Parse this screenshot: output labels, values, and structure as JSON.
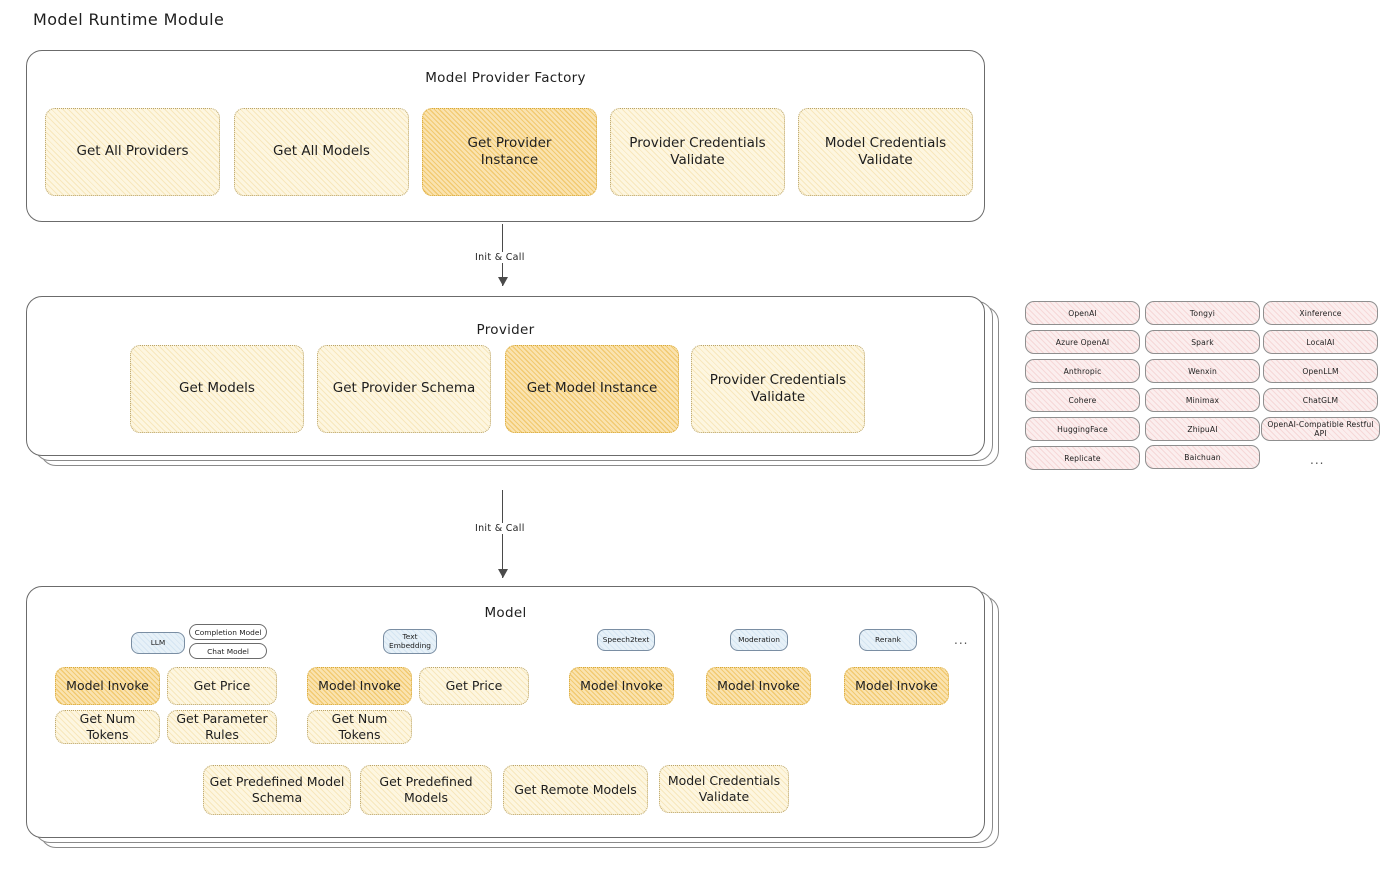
{
  "title": "Model Runtime Module",
  "colors": {
    "accent_yellow": "#fdf6e0",
    "accent_yellow_strong": "#fae3b0",
    "accent_pink": "#fbeeee",
    "accent_blue": "#e7f1f8",
    "stroke": "#6b6b6b",
    "text": "#1e1e1e"
  },
  "factory": {
    "title": "Model Provider Factory",
    "methods": [
      {
        "label": "Get All Providers",
        "highlight": false
      },
      {
        "label": "Get All Models",
        "highlight": false
      },
      {
        "label": "Get Provider\nInstance",
        "highlight": true
      },
      {
        "label": "Provider Credentials\nValidate",
        "highlight": false
      },
      {
        "label": "Model Credentials\nValidate",
        "highlight": false
      }
    ]
  },
  "arrow1": {
    "label": "Init & Call"
  },
  "provider": {
    "title": "Provider",
    "methods": [
      {
        "label": "Get Models",
        "highlight": false
      },
      {
        "label": "Get Provider Schema",
        "highlight": false
      },
      {
        "label": "Get Model Instance",
        "highlight": true
      },
      {
        "label": "Provider Credentials\nValidate",
        "highlight": false
      }
    ]
  },
  "arrow2": {
    "label": "Init & Call"
  },
  "provider_list": {
    "columns": [
      [
        "OpenAI",
        "Azure OpenAI",
        "Anthropic",
        "Cohere",
        "HuggingFace",
        "Replicate"
      ],
      [
        "Tongyi",
        "Spark",
        "Wenxin",
        "Minimax",
        "ZhipuAI",
        "Baichuan"
      ],
      [
        "Xinference",
        "LocalAI",
        "OpenLLM",
        "ChatGLM",
        "OpenAI-Compatible Restful API"
      ]
    ],
    "more": "..."
  },
  "model": {
    "title": "Model",
    "more": "...",
    "types": [
      {
        "badge": "LLM",
        "sub_badges": [
          "Completion Model",
          "Chat Model"
        ],
        "methods": [
          "Model Invoke",
          "Get Price",
          "Get Num Tokens",
          "Get Parameter Rules"
        ]
      },
      {
        "badge": "Text\nEmbedding",
        "sub_badges": [],
        "methods": [
          "Model Invoke",
          "Get Price",
          "Get Num Tokens"
        ]
      },
      {
        "badge": "Speech2text",
        "sub_badges": [],
        "methods": [
          "Model Invoke"
        ]
      },
      {
        "badge": "Moderation",
        "sub_badges": [],
        "methods": [
          "Model Invoke"
        ]
      },
      {
        "badge": "Rerank",
        "sub_badges": [],
        "methods": [
          "Model Invoke"
        ]
      }
    ],
    "common_methods": [
      "Get Predefined Model\nSchema",
      "Get Predefined\nModels",
      "Get Remote Models",
      "Model Credentials\nValidate"
    ]
  }
}
